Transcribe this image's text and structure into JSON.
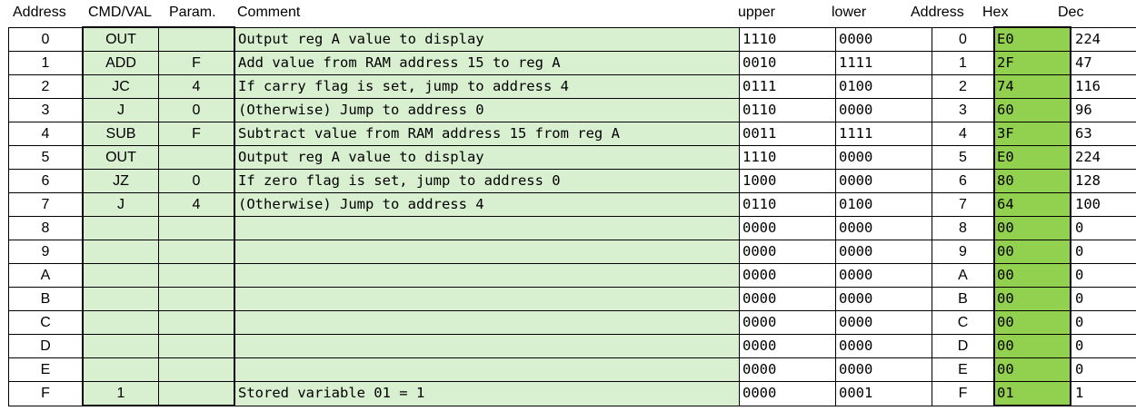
{
  "headers": {
    "address": "Address",
    "cmd_val": "CMD/VAL",
    "param": "Param.",
    "comment": "Comment",
    "upper": "upper",
    "lower": "lower",
    "address2": "Address",
    "hex": "Hex",
    "dec": "Dec"
  },
  "colors": {
    "light_green": "#d9f0d0",
    "hex_green": "#92d050"
  },
  "rows": [
    {
      "address": "0",
      "cmd": "OUT",
      "param": "",
      "comment": "Output reg A value to display",
      "upper": "1110",
      "lower": "0000",
      "address2": "0",
      "hex": "E0",
      "dec": "224"
    },
    {
      "address": "1",
      "cmd": "ADD",
      "param": "F",
      "comment": "Add value from RAM address 15 to reg A",
      "upper": "0010",
      "lower": "1111",
      "address2": "1",
      "hex": "2F",
      "dec": "47"
    },
    {
      "address": "2",
      "cmd": "JC",
      "param": "4",
      "comment": "If carry flag is set, jump to address 4",
      "upper": "0111",
      "lower": "0100",
      "address2": "2",
      "hex": "74",
      "dec": "116"
    },
    {
      "address": "3",
      "cmd": "J",
      "param": "0",
      "comment": "(Otherwise) Jump to address 0",
      "upper": "0110",
      "lower": "0000",
      "address2": "3",
      "hex": "60",
      "dec": "96"
    },
    {
      "address": "4",
      "cmd": "SUB",
      "param": "F",
      "comment": "Subtract value from RAM address 15 from reg A",
      "upper": "0011",
      "lower": "1111",
      "address2": "4",
      "hex": "3F",
      "dec": "63"
    },
    {
      "address": "5",
      "cmd": "OUT",
      "param": "",
      "comment": "Output reg A value to display",
      "upper": "1110",
      "lower": "0000",
      "address2": "5",
      "hex": "E0",
      "dec": "224"
    },
    {
      "address": "6",
      "cmd": "JZ",
      "param": "0",
      "comment": "If zero flag is set, jump to address 0",
      "upper": "1000",
      "lower": "0000",
      "address2": "6",
      "hex": "80",
      "dec": "128"
    },
    {
      "address": "7",
      "cmd": "J",
      "param": "4",
      "comment": "(Otherwise) Jump to address 4",
      "upper": "0110",
      "lower": "0100",
      "address2": "7",
      "hex": "64",
      "dec": "100"
    },
    {
      "address": "8",
      "cmd": "",
      "param": "",
      "comment": "",
      "upper": "0000",
      "lower": "0000",
      "address2": "8",
      "hex": "00",
      "dec": "0"
    },
    {
      "address": "9",
      "cmd": "",
      "param": "",
      "comment": "",
      "upper": "0000",
      "lower": "0000",
      "address2": "9",
      "hex": "00",
      "dec": "0"
    },
    {
      "address": "A",
      "cmd": "",
      "param": "",
      "comment": "",
      "upper": "0000",
      "lower": "0000",
      "address2": "A",
      "hex": "00",
      "dec": "0"
    },
    {
      "address": "B",
      "cmd": "",
      "param": "",
      "comment": "",
      "upper": "0000",
      "lower": "0000",
      "address2": "B",
      "hex": "00",
      "dec": "0"
    },
    {
      "address": "C",
      "cmd": "",
      "param": "",
      "comment": "",
      "upper": "0000",
      "lower": "0000",
      "address2": "C",
      "hex": "00",
      "dec": "0"
    },
    {
      "address": "D",
      "cmd": "",
      "param": "",
      "comment": "",
      "upper": "0000",
      "lower": "0000",
      "address2": "D",
      "hex": "00",
      "dec": "0"
    },
    {
      "address": "E",
      "cmd": "",
      "param": "",
      "comment": "",
      "upper": "0000",
      "lower": "0000",
      "address2": "E",
      "hex": "00",
      "dec": "0"
    },
    {
      "address": "F",
      "cmd": "1",
      "param": "",
      "comment": "Stored variable 01 = 1",
      "upper": "0000",
      "lower": "0001",
      "address2": "F",
      "hex": "01",
      "dec": "1"
    }
  ]
}
